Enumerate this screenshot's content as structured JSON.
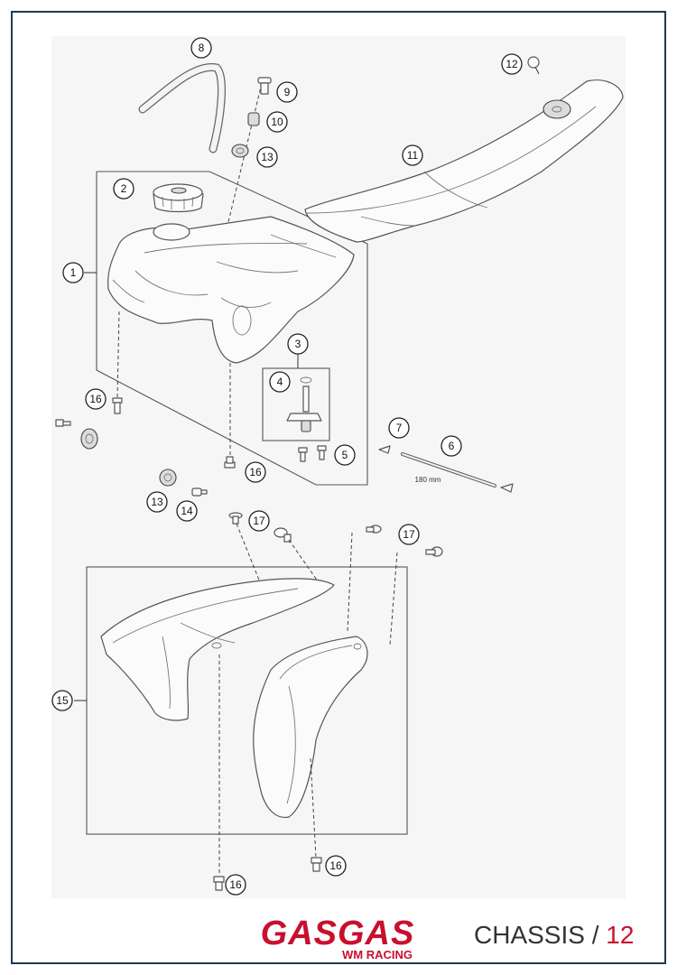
{
  "callouts": {
    "c1": "1",
    "c2": "2",
    "c3": "3",
    "c4": "4",
    "c5": "5",
    "c6": "6",
    "c7": "7",
    "c8": "8",
    "c9": "9",
    "c10": "10",
    "c11": "11",
    "c12": "12",
    "c13a": "13",
    "c13b": "13",
    "c14": "14",
    "c15": "15",
    "c16a": "16",
    "c16b": "16",
    "c16c": "16",
    "c16d": "16",
    "c17a": "17",
    "c17b": "17"
  },
  "dimension_label": "180 mm",
  "footer": {
    "brand": "GASGAS",
    "brand_sub": "WM RACING",
    "section": "CHASSIS / ",
    "page": "12"
  },
  "colors": {
    "brand_red": "#c8102e",
    "frame_border": "#1f3a56",
    "line": "#444444"
  }
}
